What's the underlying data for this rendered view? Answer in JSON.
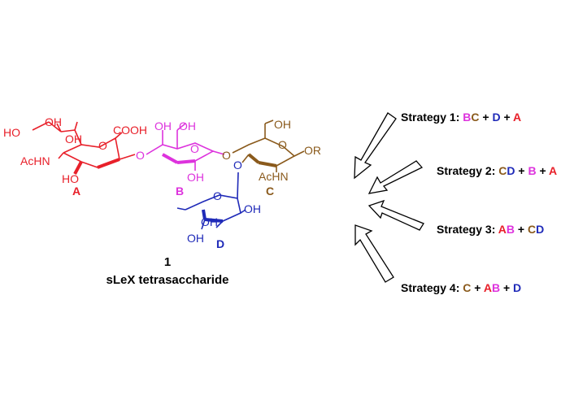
{
  "colors": {
    "A": "#e8202a",
    "B": "#dd33dd",
    "C": "#8a5a1c",
    "D": "#1f2ab8",
    "black": "#000000"
  },
  "structure": {
    "compound_number": "1",
    "compound_name": "sLeX tetrasaccharide",
    "unit_labels": {
      "A": "A",
      "B": "B",
      "C": "C",
      "D": "D"
    },
    "groups": {
      "a_ho": "HO",
      "a_oh1": "OH",
      "a_oh2": "OH",
      "a_achn": "AcHN",
      "a_ho2": "HO",
      "a_cooh": "COOH",
      "b_oh1": "OH",
      "b_oh2": "OH",
      "b_oh3": "OH",
      "c_oh": "OH",
      "c_achn": "AcHN",
      "c_or": "OR",
      "d_oh1": "OH",
      "d_oh2": "OH",
      "d_oh3": "OH"
    }
  },
  "strategies": [
    {
      "prefix": "Strategy 1:",
      "parts": [
        [
          "BC",
          "BC"
        ],
        [
          " + ",
          "black"
        ],
        [
          "D",
          "D"
        ],
        [
          " + ",
          "black"
        ],
        [
          "A",
          "A"
        ]
      ]
    },
    {
      "prefix": "Strategy 2:",
      "parts": [
        [
          "CD",
          "CD"
        ],
        [
          " + ",
          "black"
        ],
        [
          "B",
          "B"
        ],
        [
          " + ",
          "black"
        ],
        [
          "A",
          "A"
        ]
      ]
    },
    {
      "prefix": "Strategy 3:",
      "parts": [
        [
          "AB",
          "AB"
        ],
        [
          " + ",
          "black"
        ],
        [
          "CD",
          "CD"
        ]
      ]
    },
    {
      "prefix": "Strategy 4:",
      "parts": [
        [
          "C",
          "C"
        ],
        [
          " + ",
          "black"
        ],
        [
          "AB",
          "AB"
        ],
        [
          " + ",
          "black"
        ],
        [
          "D",
          "D"
        ]
      ]
    }
  ]
}
